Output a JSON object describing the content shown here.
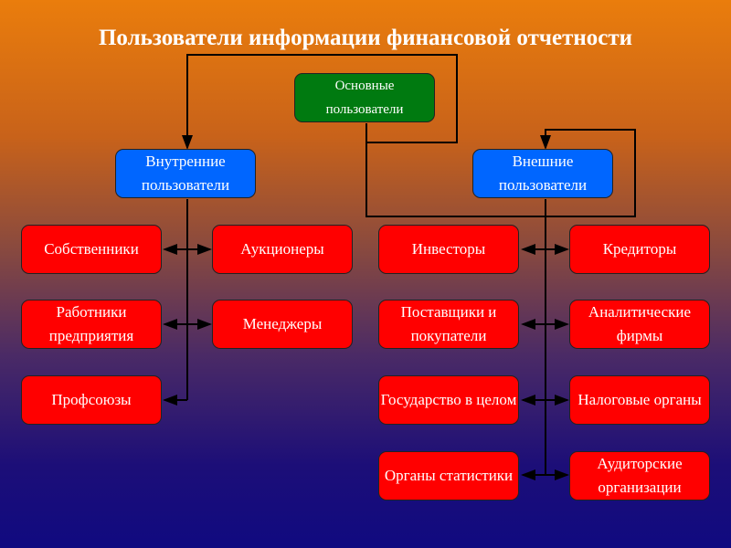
{
  "title": "Пользователи информации финансовой отчетности",
  "root": "Основные пользователи",
  "internal": {
    "label": "Внутренние пользователи",
    "items": [
      "Собственники",
      "Аукционеры",
      "Работники предприятия",
      "Менеджеры",
      "Профсоюзы"
    ]
  },
  "external": {
    "label": "Внешние пользователи",
    "items": [
      "Инвесторы",
      "Кредиторы",
      "Поставщики и покупатели",
      "Аналитические фирмы",
      "Государство в целом",
      "Налоговые органы",
      "Органы статистики",
      "Аудиторские организации"
    ]
  },
  "colors": {
    "root": "#007a10",
    "group": "#0066ff",
    "item": "#ff0000"
  }
}
